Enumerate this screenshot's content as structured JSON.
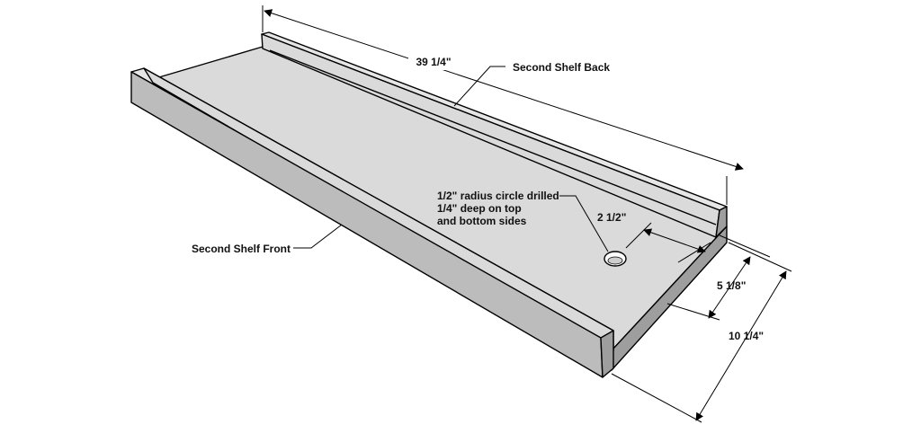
{
  "labels": {
    "length": "39 1/4\"",
    "back": "Second Shelf Back",
    "front": "Second Shelf Front",
    "hole_note_1": "1/2\" radius circle drilled",
    "hole_note_2": "1/4\" deep on top",
    "hole_note_3": "and bottom sides",
    "hole_offset": "2 1/2\"",
    "half_depth": "5 1/8\"",
    "depth": "10 1/4\""
  },
  "colors": {
    "board_top": "#dadada",
    "board_front": "#bcbcbc",
    "rail_top": "#e6e6e6",
    "rail_face": "#9e9e9e",
    "hole": "#ffffff",
    "lines": "#000000"
  }
}
